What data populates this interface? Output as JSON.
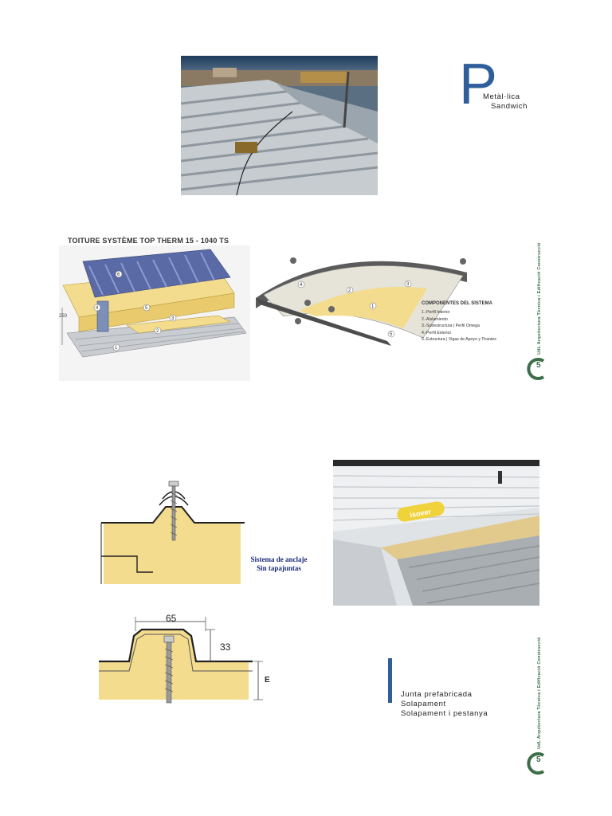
{
  "heading": {
    "letter": "P",
    "line1": "Metàl·lica",
    "line2": "Sandwich"
  },
  "figure1": {
    "title": "TOITURE SYSTÈME TOP THERM 15 - 1040 TS",
    "dim_label": "250"
  },
  "components": {
    "title": "COMPONENTES DEL SISTEMA",
    "items": [
      "1.-Perfil Interior",
      "2.-Aislamiento",
      "3.-Subestructura | Perfil Omega",
      "4.-Perfil Exterior",
      "5.-Estructura | Vigas de Apoyo y Tirantes"
    ]
  },
  "anchor_label": {
    "line1": "Sistema de anclaje",
    "line2": "Sin tapajuntas"
  },
  "photo_brand": "isover",
  "dimensions": {
    "width": "65",
    "height": "33",
    "thickness": "E"
  },
  "joints": {
    "items": [
      "Junta prefabricada",
      "Solapament",
      "Solapament i pestanya"
    ]
  },
  "logo": {
    "text": "UdL  Arquitectura Tècnica i Edificació  Construcció"
  },
  "colors": {
    "accent_blue": "#2f5f9a",
    "logo_green": "#3c6e49",
    "insulation_yellow": "#f3dc8e"
  }
}
